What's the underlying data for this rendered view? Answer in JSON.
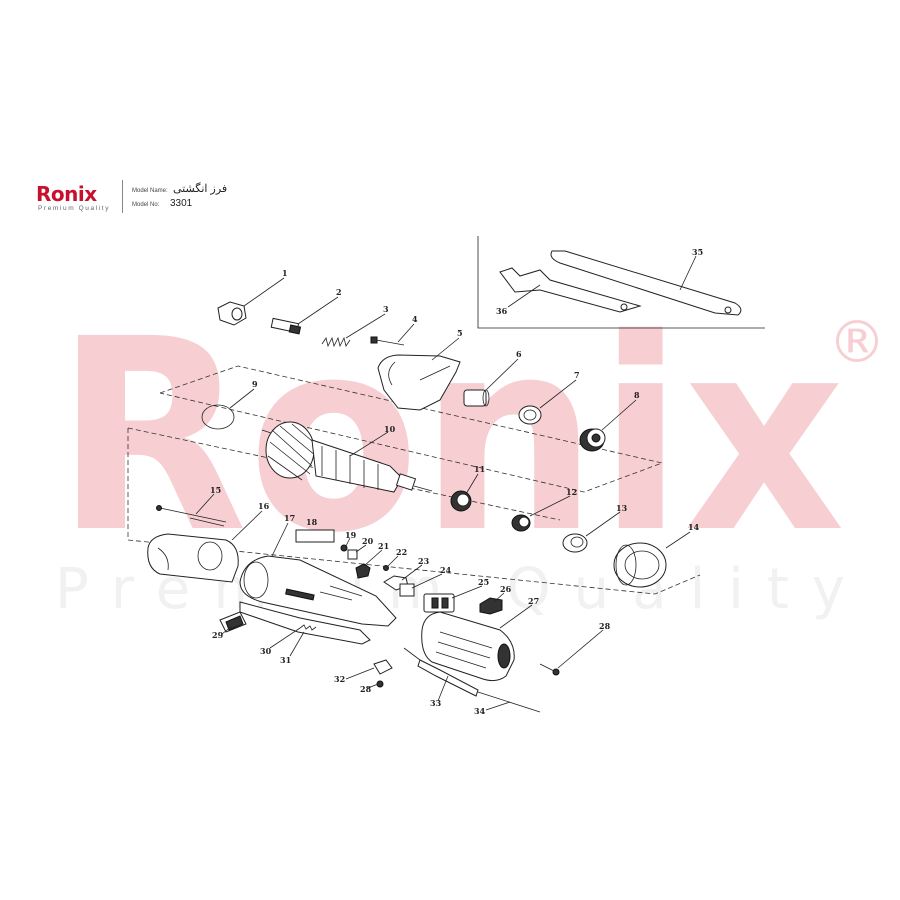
{
  "brand": {
    "logo_text": "Ronix",
    "tagline": "Premium Quality",
    "color": "#c8102e"
  },
  "model": {
    "name_label": "Model Name:",
    "name_value": "فرز انگشتی",
    "no_label": "Model No:",
    "no_value": "3301"
  },
  "watermark": {
    "text": "Ronix",
    "registered": "®",
    "tagline": "Premium Quality",
    "color": "#f4c6c9"
  },
  "parts": [
    "1",
    "2",
    "3",
    "4",
    "5",
    "6",
    "7",
    "8",
    "9",
    "10",
    "11",
    "12",
    "13",
    "14",
    "15",
    "16",
    "17",
    "18",
    "19",
    "20",
    "21",
    "22",
    "23",
    "24",
    "25",
    "26",
    "27",
    "28",
    "28",
    "29",
    "30",
    "31",
    "32",
    "33",
    "34",
    "35",
    "36"
  ],
  "icons": {
    "wrenches": "wrench-icon",
    "motor": "armature-icon",
    "housing": "gear-housing-icon"
  }
}
